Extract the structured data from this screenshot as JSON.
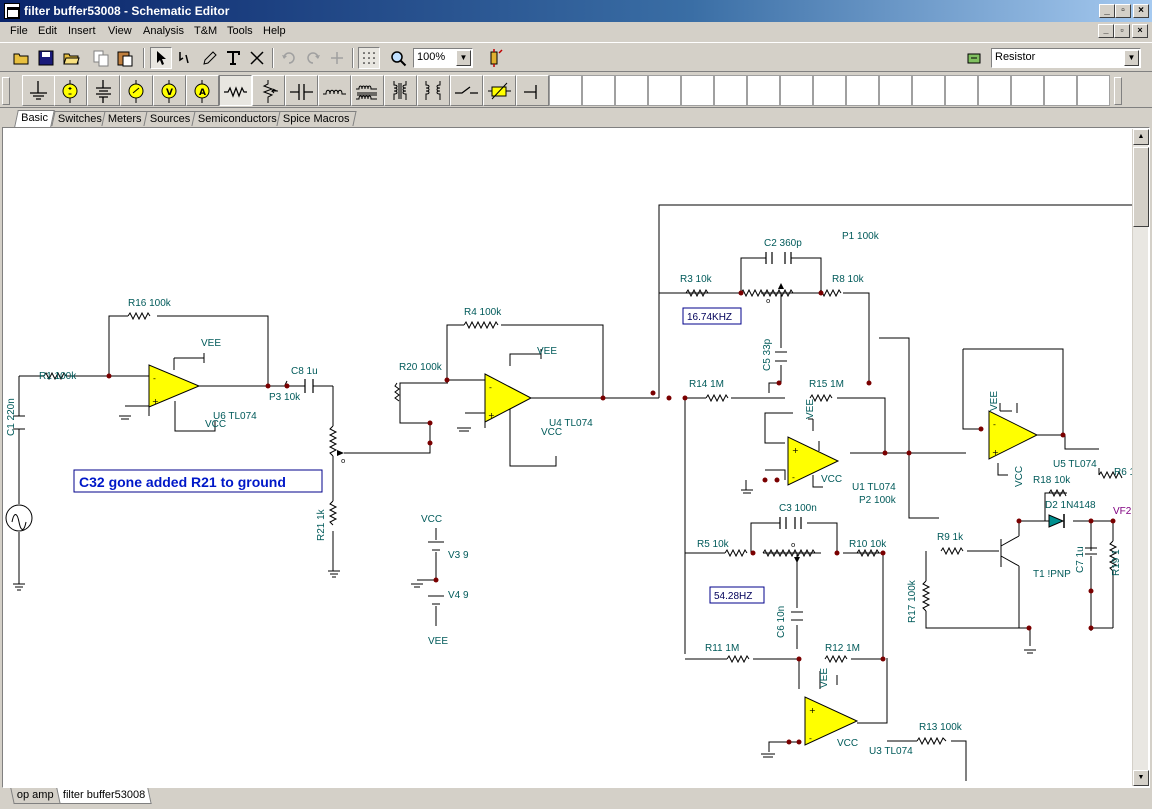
{
  "window": {
    "title": "filter buffer53008 - Schematic Editor"
  },
  "menu": [
    "File",
    "Edit",
    "Insert",
    "View",
    "Analysis",
    "T&M",
    "Tools",
    "Help"
  ],
  "toolbar": {
    "zoom": "100%",
    "component_select": "Resistor",
    "icons": [
      "open-icon",
      "save-icon",
      "open-folder-icon",
      "copy-icon",
      "paste-icon",
      "select-arrow-icon",
      "wire-icon",
      "pencil-icon",
      "text-icon",
      "delete-icon",
      "undo-icon",
      "redo-icon",
      "plus-icon",
      "grid-icon",
      "zoom-icon",
      "component-icon",
      "place-component-icon"
    ]
  },
  "palette": [
    "ground-icon",
    "voltage-source-icon",
    "battery-icon",
    "current-source-icon",
    "voltmeter-icon",
    "ammeter-icon",
    "resistor-icon",
    "potentiometer-icon",
    "capacitor-icon",
    "inductor-icon",
    "transformer-icon",
    "coupled-inductor-icon",
    "dual-inductor-icon",
    "switch-icon",
    "varistor-icon",
    "wire-end-icon"
  ],
  "palette_tabs": [
    "Basic",
    "Switches",
    "Meters",
    "Sources",
    "Semiconductors",
    "Spice Macros"
  ],
  "sheet_tabs": [
    "op amp",
    "filter buffer53008"
  ],
  "schematic": {
    "note": "C32 gone added R21 to ground",
    "freq1": "16.74KHZ",
    "freq2": "54.28HZ",
    "labels": {
      "C1": "C1 220n",
      "R1": "R1 100k",
      "R16": "R16 100k",
      "U6": "U6 TL074",
      "P3": "P3 10k",
      "C8": "C8 1u",
      "R21": "R21 1k",
      "R20": "R20 100k",
      "R4": "R4 100k",
      "U4": "U4 TL074",
      "V3": "V3 9",
      "V4": "V4 9",
      "C2": "C2 360p",
      "P1": "P1 100k",
      "R3": "R3 10k",
      "R8": "R8 10k",
      "C5": "C5 33p",
      "R14": "R14 1M",
      "R15": "R15 1M",
      "U1": "U1 TL074",
      "P2": "P2 100k",
      "C3": "C3 100n",
      "R5": "R5 10k",
      "R10": "R10 10k",
      "C6": "C6 10n",
      "R11": "R11 1M",
      "R12": "R12 1M",
      "U3": "U3 TL074",
      "R13": "R13 100k",
      "U5": "U5 TL074",
      "R6": "R6 1",
      "R18": "R18 10k",
      "D2": "D2 1N4148",
      "VF2": "VF2",
      "R9": "R9 1k",
      "T1": "T1 !PNP",
      "C7": "C7 1u",
      "R19": "R19 1",
      "R17": "R17 100k"
    },
    "rails": {
      "vee": "VEE",
      "vcc": "VCC"
    }
  }
}
